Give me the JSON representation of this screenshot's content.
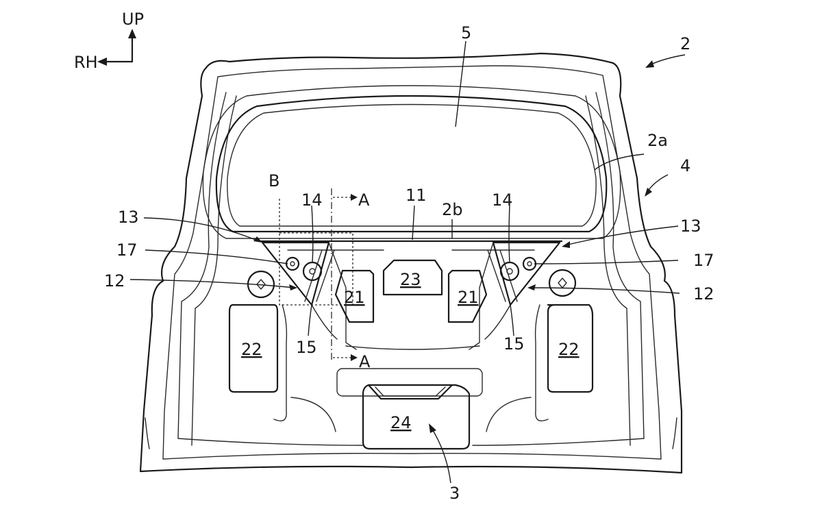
{
  "axes": {
    "up": "UP",
    "right_hand": "RH"
  },
  "labels": {
    "tailgate": "2",
    "opening_edge": "2a",
    "lower_edge": "2b",
    "handle_area": "3",
    "outer_panel": "4",
    "window": "5",
    "beam": "11",
    "bracket": "12",
    "corner": "13",
    "hole": "14",
    "rib": "15",
    "bolt": "17",
    "pad_21": "21",
    "pad_22": "22",
    "pad_23": "23",
    "pad_24": "24",
    "detail_b": "B",
    "section_a": "A"
  }
}
